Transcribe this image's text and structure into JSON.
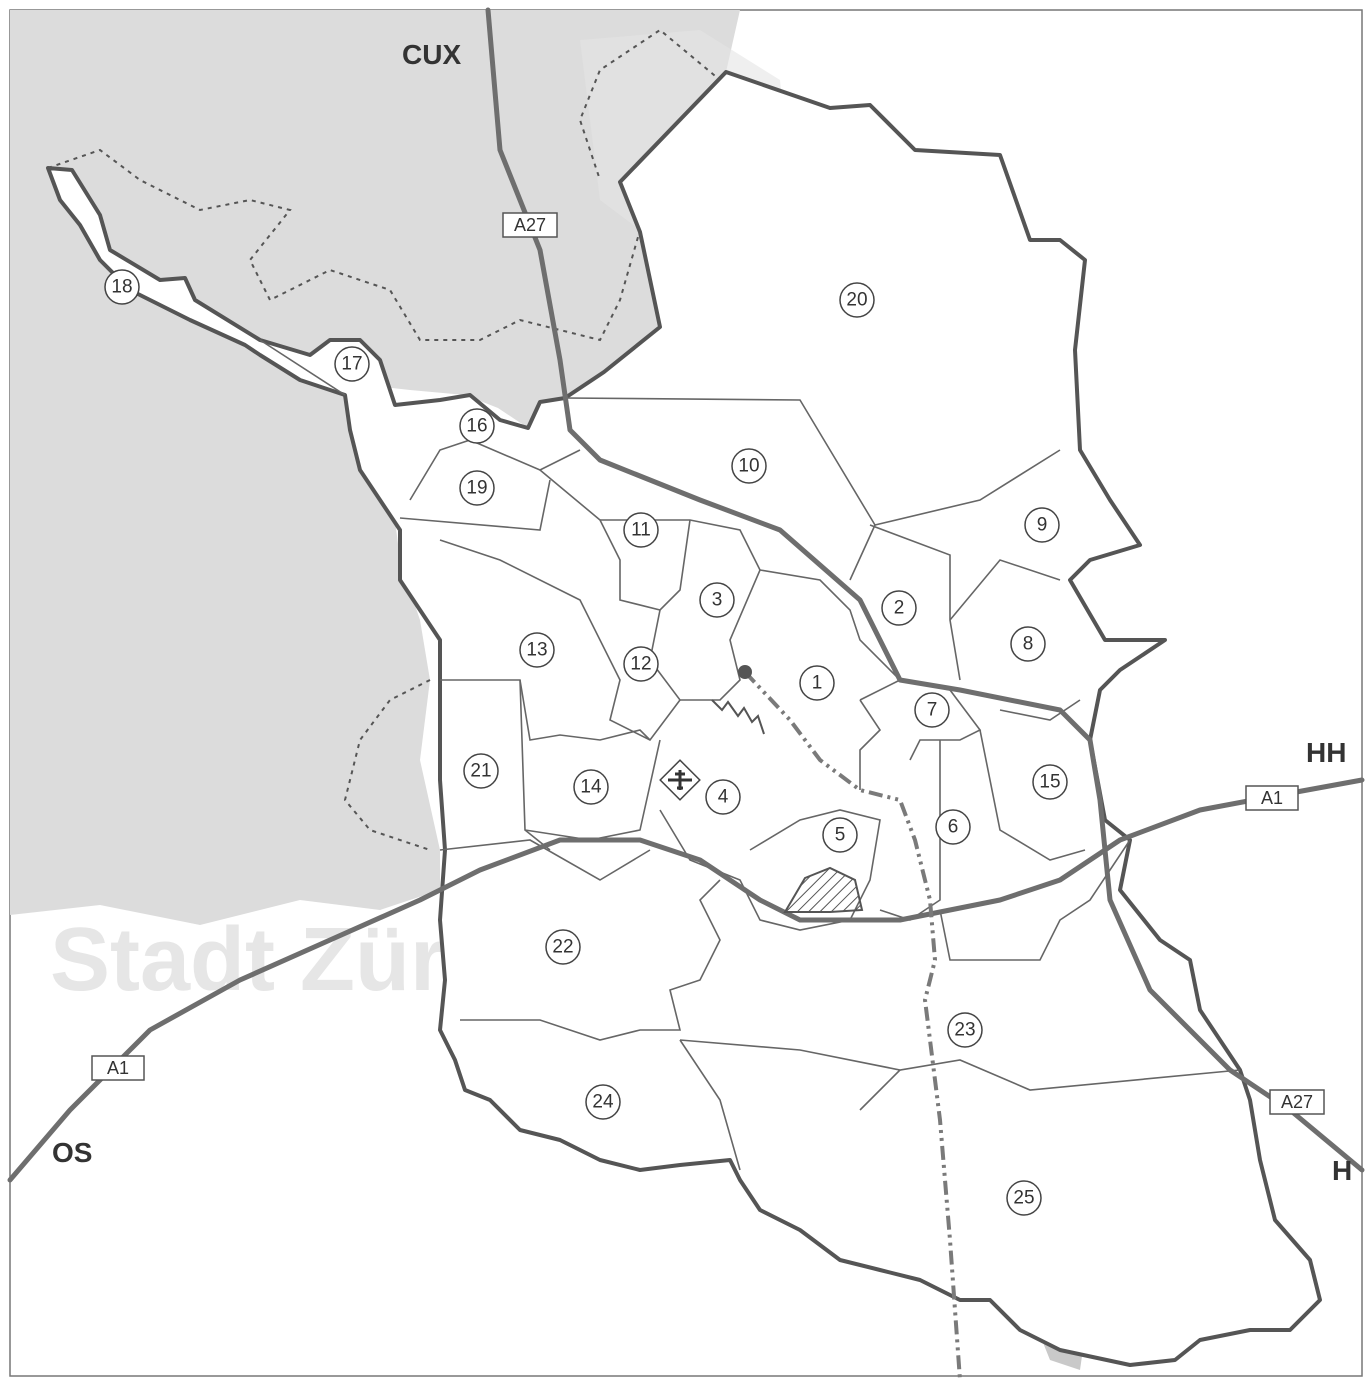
{
  "colors": {
    "outside_area": "#dcdcdc",
    "boundary": "#555555",
    "district_line": "#666666",
    "motorway": "#6e6e6e",
    "river": "#c9c9c9",
    "rail": "#7a7a7a"
  },
  "cities": {
    "north": "CUX",
    "east": "HH",
    "west": "OS",
    "southeast": "H"
  },
  "roads": {
    "a27_north": "A27",
    "a1_east": "A1",
    "a1_west": "A1",
    "a27_southeast": "A27"
  },
  "districts": {
    "d1": "1",
    "d2": "2",
    "d3": "3",
    "d4": "4",
    "d5": "5",
    "d6": "6",
    "d7": "7",
    "d8": "8",
    "d9": "9",
    "d10": "10",
    "d11": "11",
    "d12": "12",
    "d13": "13",
    "d14": "14",
    "d15": "15",
    "d16": "16",
    "d17": "17",
    "d18": "18",
    "d19": "19",
    "d20": "20",
    "d21": "21",
    "d22": "22",
    "d23": "23",
    "d24": "24",
    "d25": "25"
  },
  "icons": {
    "airport": "airplane-icon"
  }
}
